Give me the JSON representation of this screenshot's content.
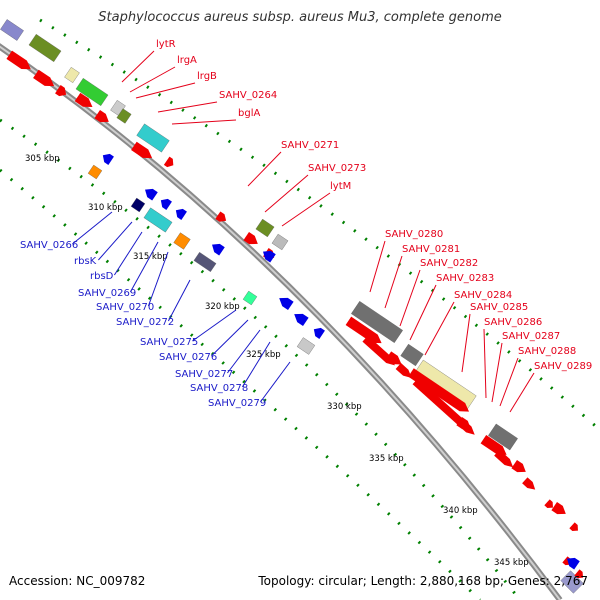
{
  "title": "Staphylococcus aureus subsp. aureus Mu3, complete genome",
  "footer": {
    "accession": "Accession: NC_009782",
    "summary": "Topology: circular; Length: 2,880,168 bp; Genes: 2,767"
  },
  "colors": {
    "forward_cds": "#f00000",
    "reverse_cds": "#0000e6",
    "backbone": "#8a8a8a",
    "forward_label": "#e4001a",
    "reverse_label": "#1a1ac8",
    "gc_dots": "#008000",
    "cog_olive": "#6b8e23",
    "cog_green": "#33cc33",
    "cog_cyan": "#33cccc",
    "cog_orange": "#ff8c00",
    "cog_grey": "#707070",
    "cog_khaki": "#eee8aa"
  },
  "tick_labels": [
    "305 kbp",
    "310 kbp",
    "315 kbp",
    "320 kbp",
    "325 kbp",
    "330 kbp",
    "335 kbp",
    "340 kbp",
    "345 kbp"
  ],
  "forward_gene_labels": [
    "lytR",
    "lrgA",
    "lrgB",
    "SAHV_0264",
    "bglA",
    "SAHV_0271",
    "SAHV_0273",
    "lytM",
    "SAHV_0280",
    "SAHV_0281",
    "SAHV_0282",
    "SAHV_0283",
    "SAHV_0284",
    "SAHV_0285",
    "SAHV_0286",
    "SAHV_0287",
    "SAHV_0288",
    "SAHV_0289"
  ],
  "reverse_gene_labels": [
    "SAHV_0266",
    "rbsK",
    "rbsD",
    "SAHV_0269",
    "SAHV_0270",
    "SAHV_0272",
    "SAHV_0275",
    "SAHV_0276",
    "SAHV_0277",
    "SAHV_0278",
    "SAHV_0279"
  ]
}
